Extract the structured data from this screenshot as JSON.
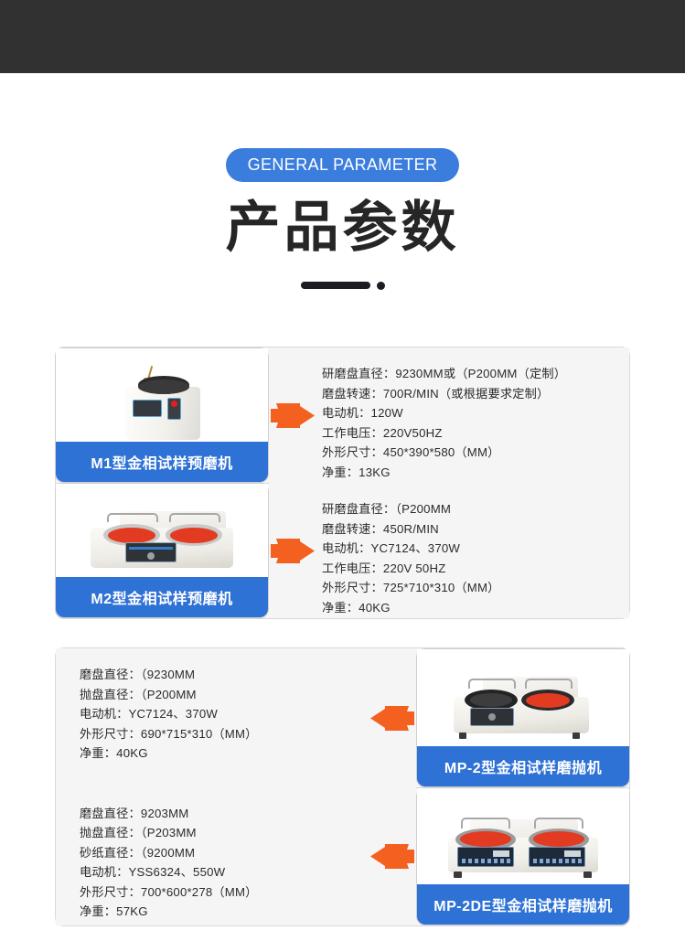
{
  "header": {
    "badge_label": "GENERAL PARAMETER",
    "title": "产品参数",
    "accent_blue": "#3b7ddd",
    "caption_blue": "#2f72d6",
    "arrow_orange": "#f4601f",
    "topbar_color": "#313131"
  },
  "products": [
    {
      "id": "m1",
      "caption": "M1型金相试样预磨机",
      "image_name": "m1-pre-grinder-photo",
      "arrow_direction": "right",
      "specs": [
        "研磨盘直径：9230MM或（P200MM（定制）",
        "磨盘转速：700R/MIN（或根据要求定制）",
        "电动机：120W",
        "工作电压：220V50HZ",
        "外形尺寸：450*390*580（MM）",
        "净重：13KG"
      ]
    },
    {
      "id": "m2",
      "caption": "M2型金相试样预磨机",
      "image_name": "m2-pre-grinder-photo",
      "arrow_direction": "right",
      "specs": [
        "研磨盘直径：（P200MM",
        "磨盘转速：450R/MIN",
        "电动机：YC7124、370W",
        "工作电压：220V 50HZ",
        "外形尺寸：725*710*310（MM）",
        "净重：40KG"
      ]
    },
    {
      "id": "mp2",
      "caption": "MP-2型金相试样磨抛机",
      "image_name": "mp2-grinder-polisher-photo",
      "arrow_direction": "left",
      "specs": [
        "磨盘直径：（9230MM",
        "抛盘直径：（P200MM",
        "电动机：YC7124、370W",
        "外形尺寸：690*715*310（MM）",
        "净重：40KG"
      ]
    },
    {
      "id": "mp2de",
      "caption": "MP-2DE型金相试样磨抛机",
      "image_name": "mp2de-grinder-polisher-photo",
      "arrow_direction": "left",
      "specs": [
        "磨盘直径：9203MM",
        "抛盘直径：（P203MM",
        "砂纸直径：（9200MM",
        "电动机：YSS6324、550W",
        "外形尺寸：700*600*278（MM）",
        "净重：57KG"
      ]
    }
  ]
}
